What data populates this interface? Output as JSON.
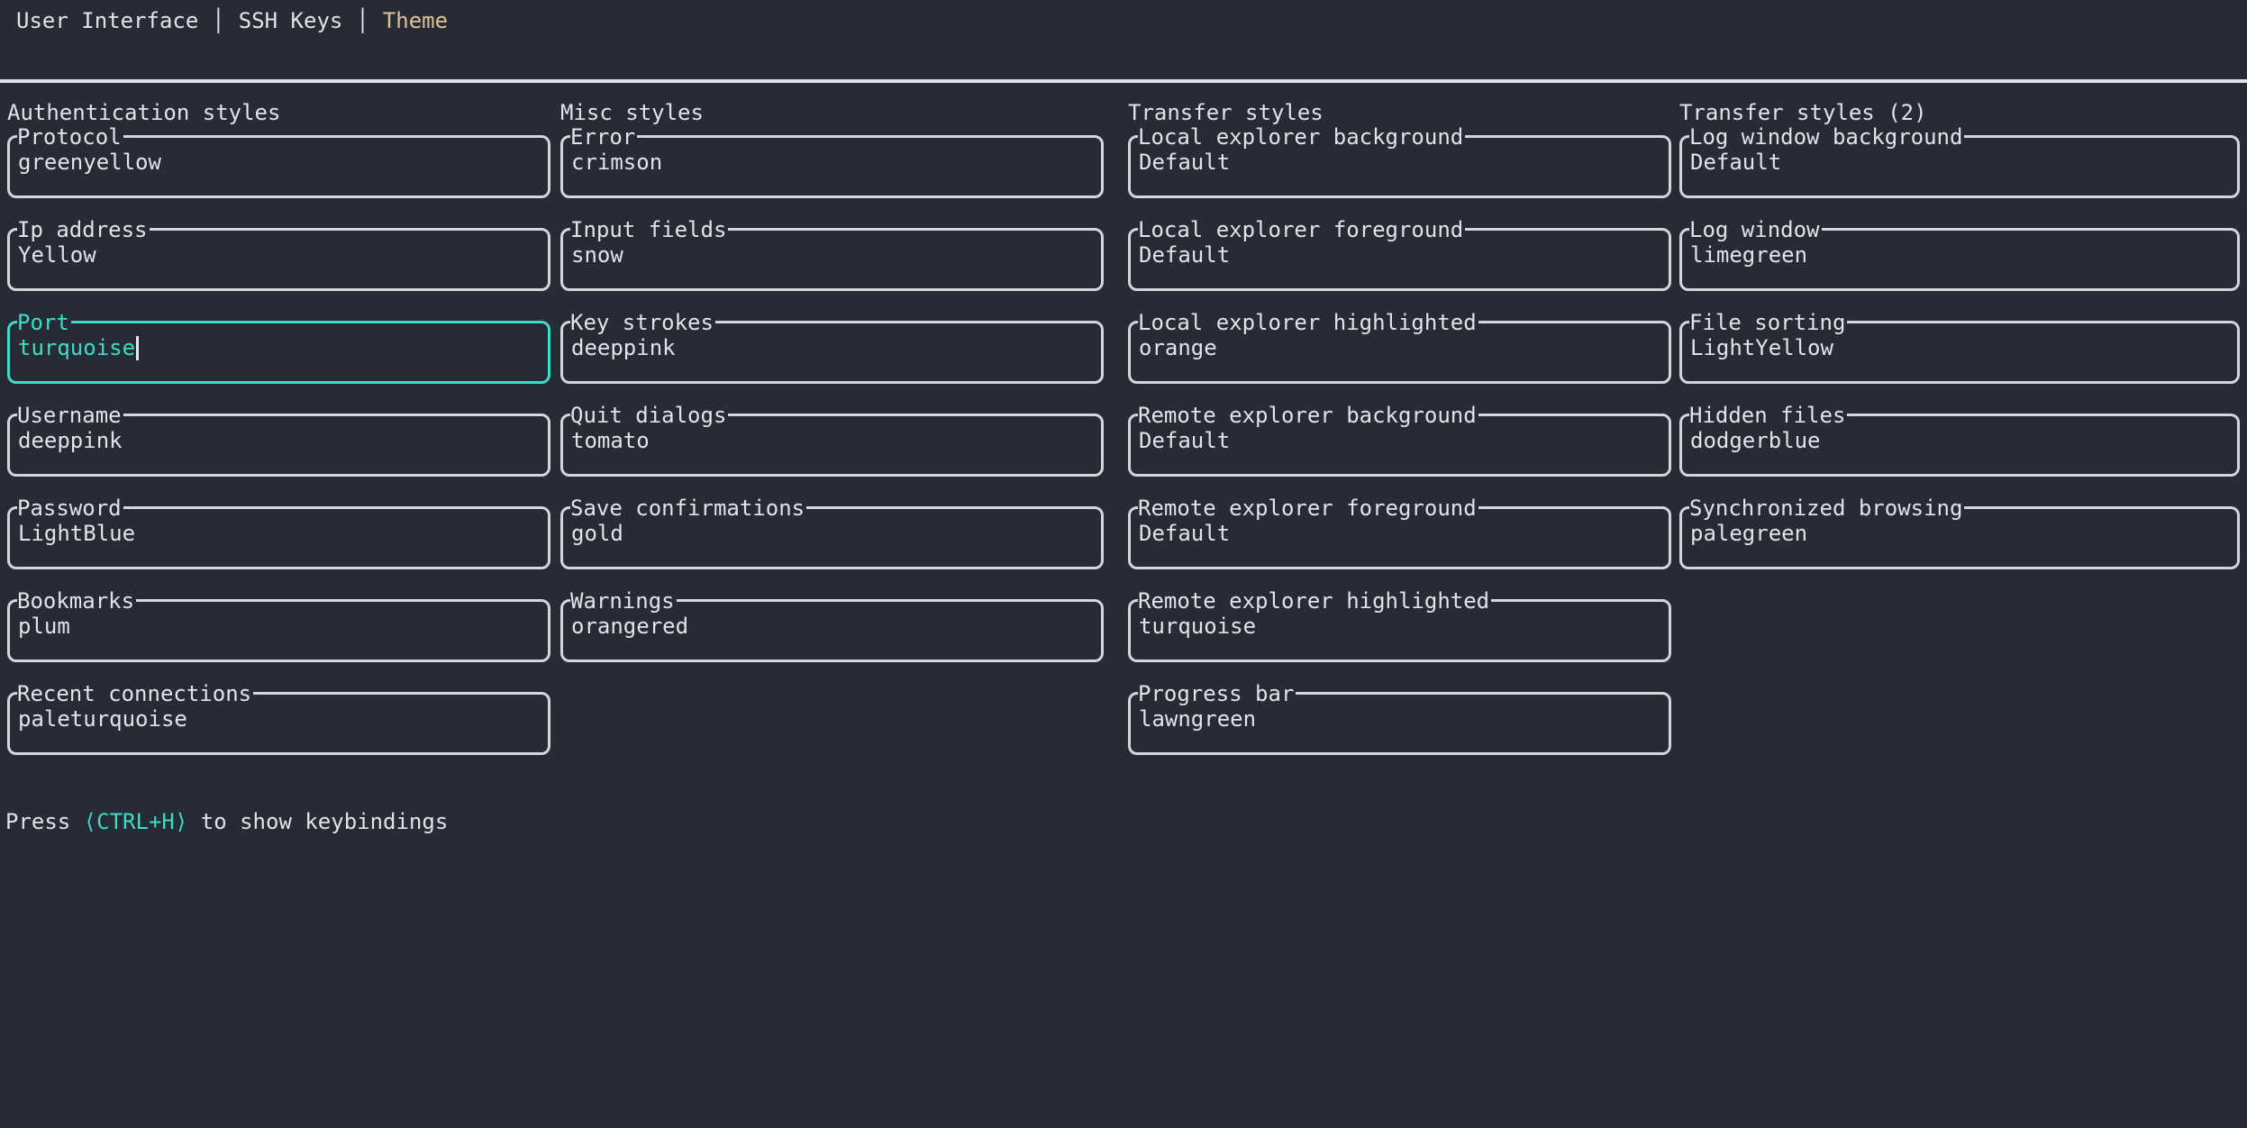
{
  "colors": {
    "background": "#272b35",
    "foreground": "#e1e3e8",
    "border": "#d3d6db",
    "focus": "#38dfc6",
    "tab_active": "#ddc294",
    "cursor": "#e6e8ec",
    "divider": "#dde0e5"
  },
  "tabs": {
    "separator": "│",
    "items": [
      {
        "label": "User Interface",
        "active": false
      },
      {
        "label": "SSH Keys",
        "active": false
      },
      {
        "label": "Theme",
        "active": true
      }
    ]
  },
  "sections": [
    {
      "title": "Authentication styles",
      "fields": [
        {
          "label": "Protocol",
          "value": "greenyellow",
          "focused": false
        },
        {
          "label": "Ip address",
          "value": "Yellow",
          "focused": false
        },
        {
          "label": "Port",
          "value": "turquoise",
          "focused": true
        },
        {
          "label": "Username",
          "value": "deeppink",
          "focused": false
        },
        {
          "label": "Password",
          "value": "LightBlue",
          "focused": false
        },
        {
          "label": "Bookmarks",
          "value": "plum",
          "focused": false
        },
        {
          "label": "Recent connections",
          "value": "paleturquoise",
          "focused": false
        }
      ]
    },
    {
      "title": "Misc styles",
      "fields": [
        {
          "label": "Error",
          "value": "crimson",
          "focused": false
        },
        {
          "label": "Input fields",
          "value": "snow",
          "focused": false
        },
        {
          "label": "Key strokes",
          "value": "deeppink",
          "focused": false
        },
        {
          "label": "Quit dialogs",
          "value": "tomato",
          "focused": false
        },
        {
          "label": "Save confirmations",
          "value": "gold",
          "focused": false
        },
        {
          "label": "Warnings",
          "value": "orangered",
          "focused": false
        }
      ]
    },
    {
      "title": "Transfer styles",
      "fields": [
        {
          "label": "Local explorer background",
          "value": "Default",
          "focused": false
        },
        {
          "label": "Local explorer foreground",
          "value": "Default",
          "focused": false
        },
        {
          "label": "Local explorer highlighted",
          "value": "orange",
          "focused": false
        },
        {
          "label": "Remote explorer background",
          "value": "Default",
          "focused": false
        },
        {
          "label": "Remote explorer foreground",
          "value": "Default",
          "focused": false
        },
        {
          "label": "Remote explorer highlighted",
          "value": "turquoise",
          "focused": false
        },
        {
          "label": "Progress bar",
          "value": "lawngreen",
          "focused": false
        }
      ]
    },
    {
      "title": "Transfer styles (2)",
      "fields": [
        {
          "label": "Log window background",
          "value": "Default",
          "focused": false
        },
        {
          "label": "Log window",
          "value": "limegreen",
          "focused": false
        },
        {
          "label": "File sorting",
          "value": "LightYellow",
          "focused": false
        },
        {
          "label": "Hidden files",
          "value": "dodgerblue",
          "focused": false
        },
        {
          "label": "Synchronized browsing",
          "value": "palegreen",
          "focused": false
        }
      ]
    }
  ],
  "footer": {
    "prefix": "Press ",
    "key": "⟨CTRL+H⟩",
    "suffix": " to show keybindings"
  }
}
